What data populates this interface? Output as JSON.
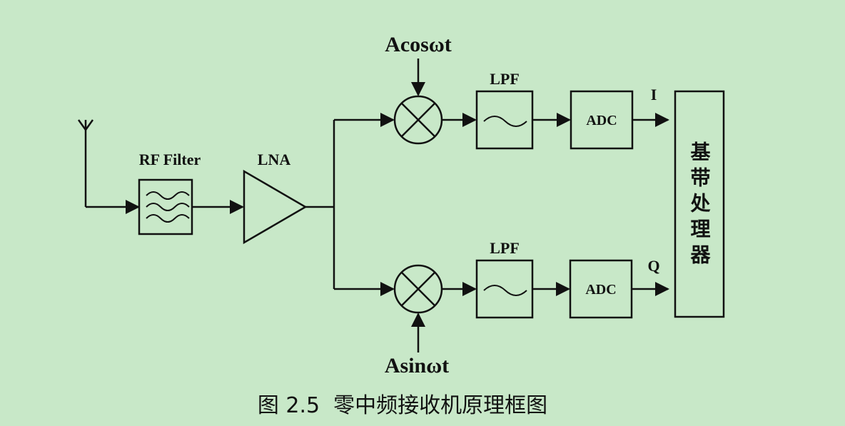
{
  "labels": {
    "rf_filter": "RF Filter",
    "lna": "LNA",
    "lo_cos": "Acosωt",
    "lo_sin": "Asinωt",
    "lpf_top": "LPF",
    "lpf_bottom": "LPF",
    "adc_top": "ADC",
    "adc_bottom": "ADC",
    "out_i": "I",
    "out_q": "Q",
    "baseband": "基带处理器"
  },
  "caption": "图 2.5  零中频接收机原理框图",
  "colors": {
    "background": "#c8e8c8",
    "stroke": "#111111"
  }
}
